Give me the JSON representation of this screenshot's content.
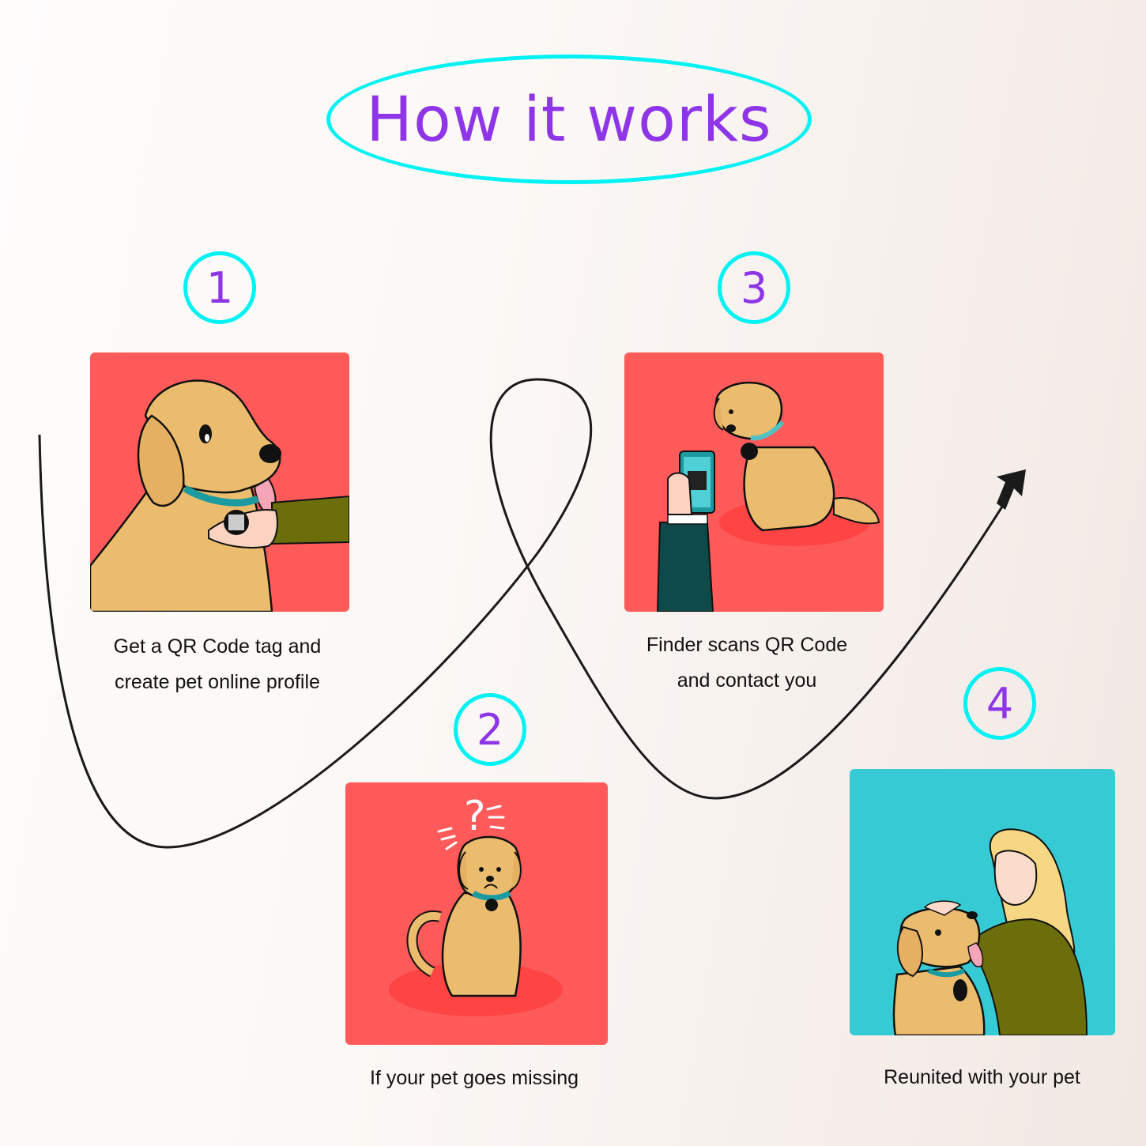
{
  "title": "How it works",
  "colors": {
    "accent_ring": "#00f2f2",
    "title_purple": "#8f35e8",
    "card_red": "#ff5a5a",
    "card_teal": "#36cbd4",
    "dog_tan": "#ecbc6e"
  },
  "steps": [
    {
      "number": "1",
      "caption_line1": "Get a QR Code tag and",
      "caption_line2": "create pet online profile",
      "illustration": "dog-with-qr-tag-in-hand"
    },
    {
      "number": "2",
      "caption_line1": "If your pet goes missing",
      "caption_line2": "",
      "illustration": "confused-sitting-dog"
    },
    {
      "number": "3",
      "caption_line1": "Finder scans QR Code",
      "caption_line2": "and contact you",
      "illustration": "phone-scanning-dog-tag"
    },
    {
      "number": "4",
      "caption_line1": "Reunited with your pet",
      "caption_line2": "",
      "illustration": "woman-hugging-dog"
    }
  ],
  "icons": {
    "path_arrow": "arrow-up-right-icon"
  }
}
